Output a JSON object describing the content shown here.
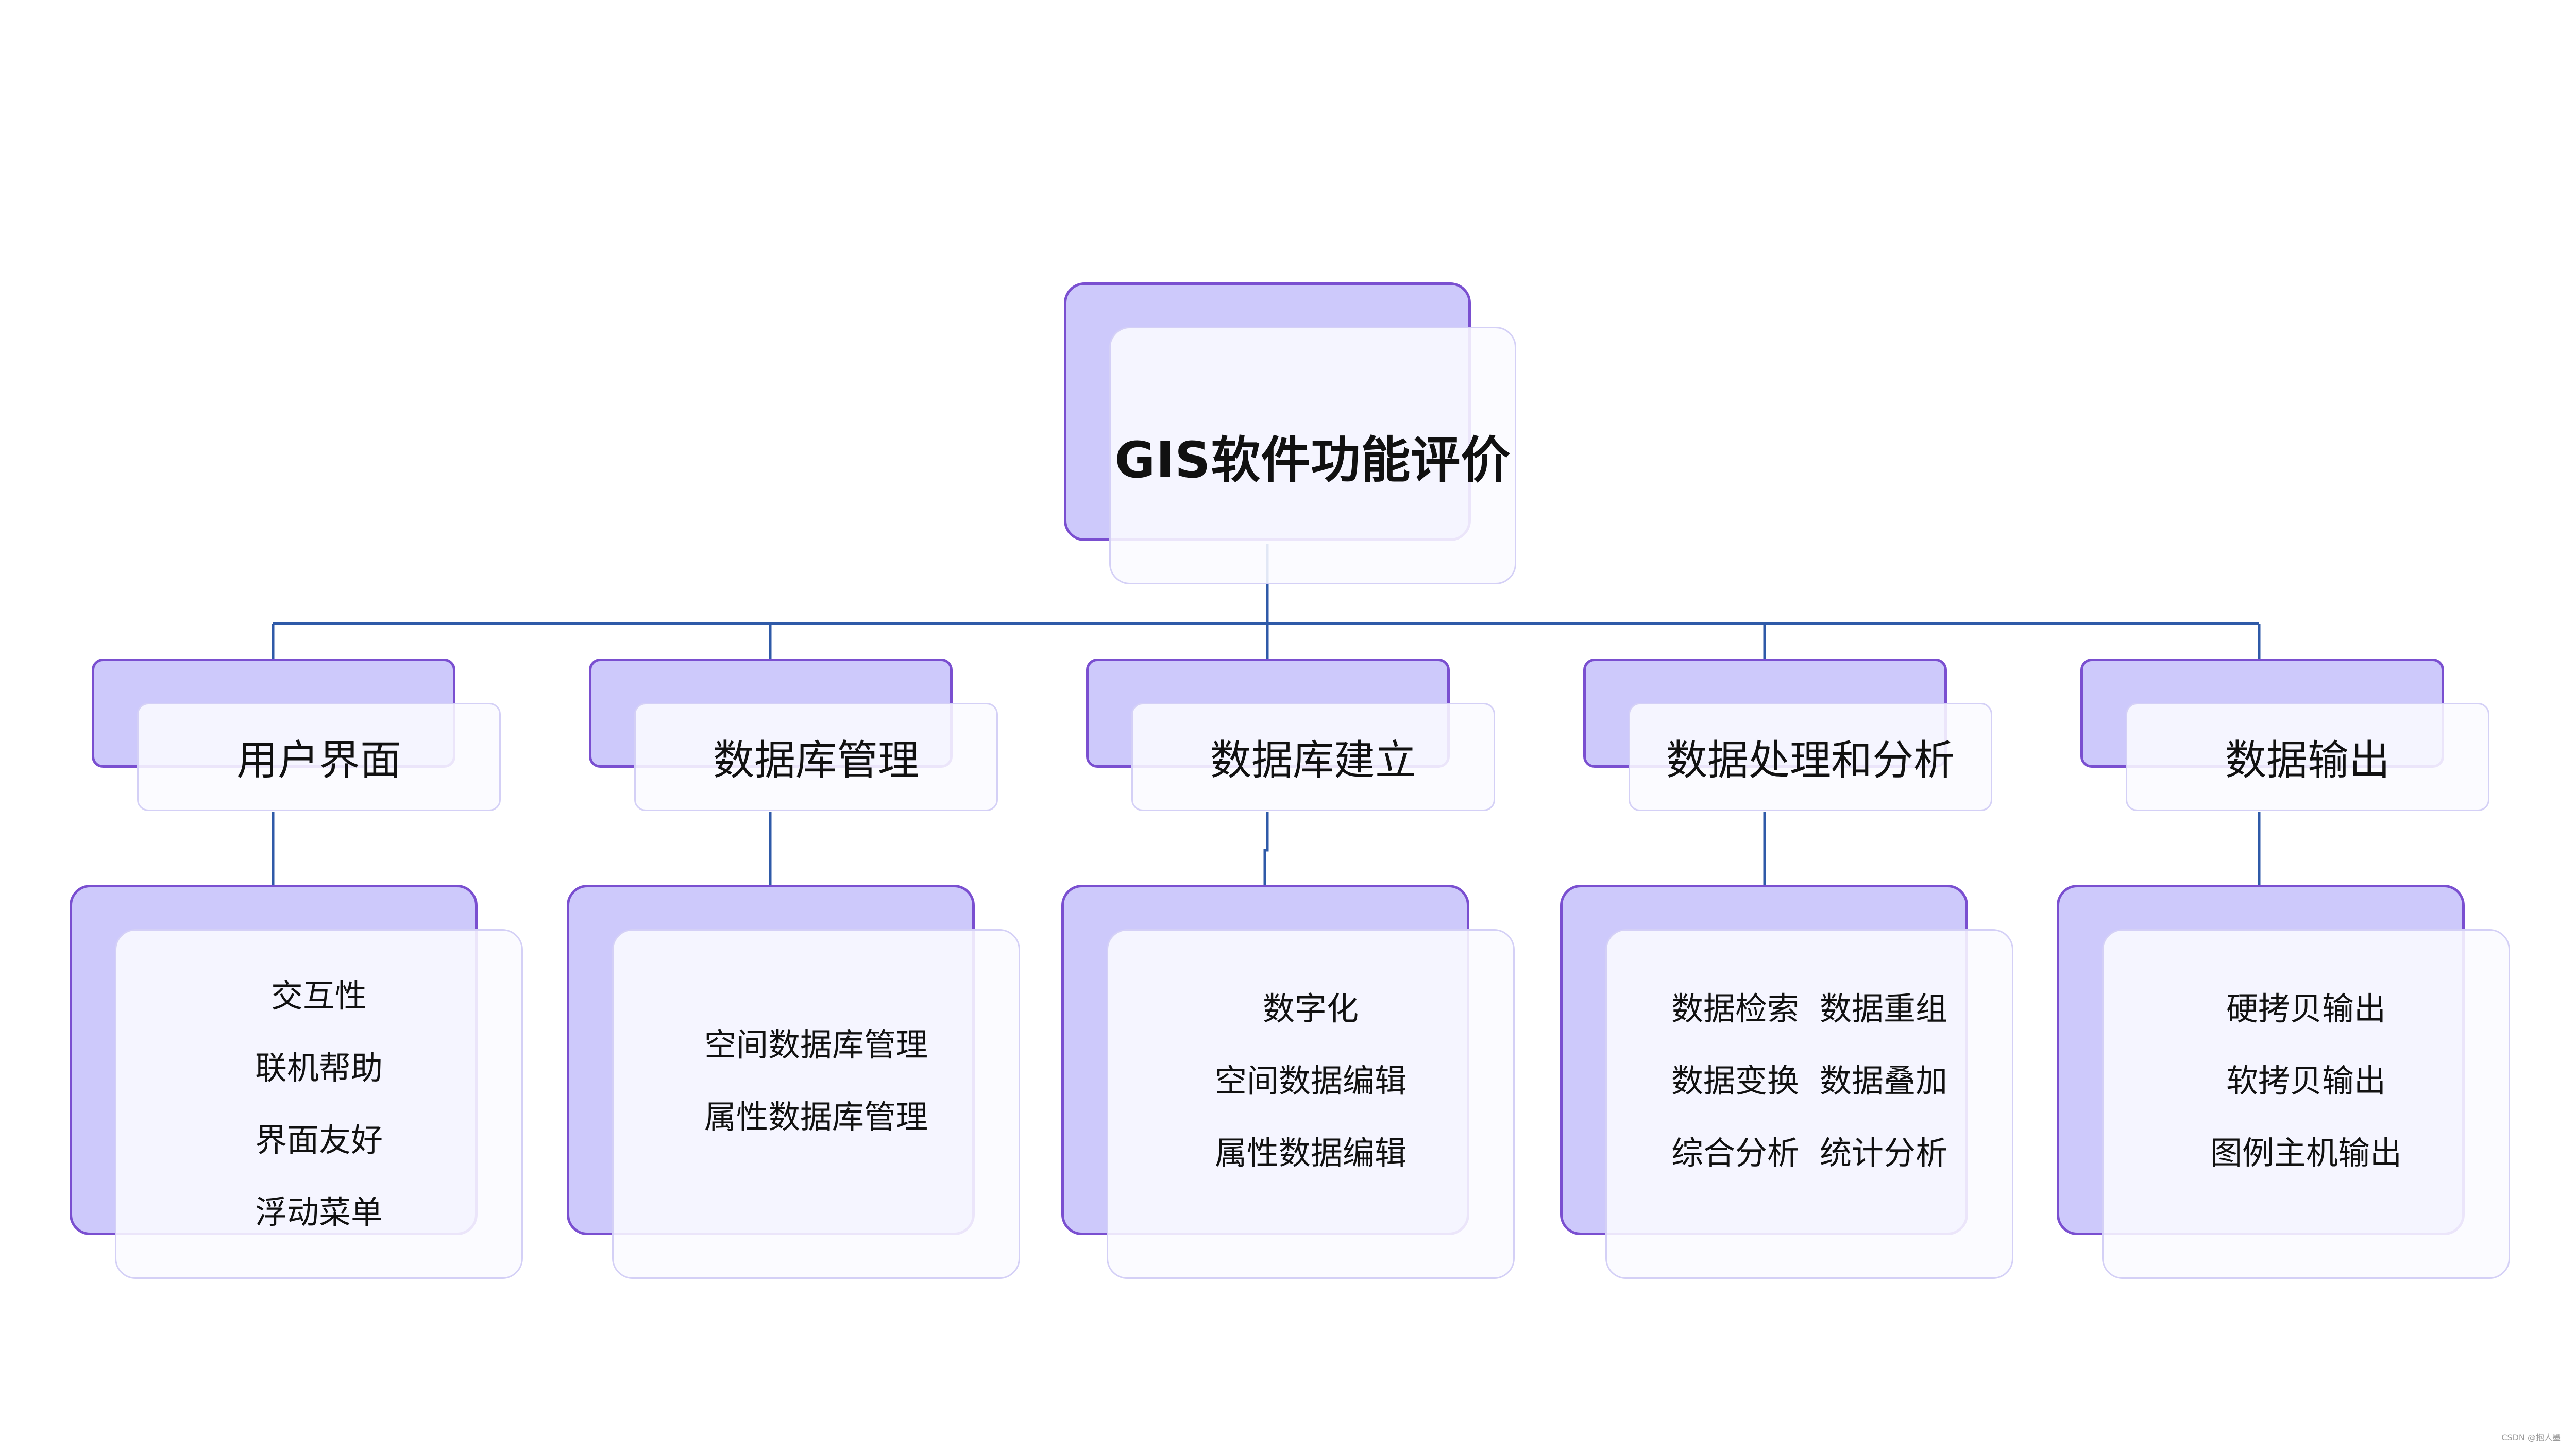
{
  "root": {
    "label": "GIS软件功能评价"
  },
  "categories": [
    {
      "label": "用户界面",
      "items": [
        "交互性",
        "联机帮助",
        "界面友好",
        "浮动菜单"
      ]
    },
    {
      "label": "数据库管理",
      "items": [
        "空间数据库管理",
        "属性数据库管理"
      ]
    },
    {
      "label": "数据库建立",
      "items": [
        "数字化",
        "空间数据编辑",
        "属性数据编辑"
      ]
    },
    {
      "label": "数据处理和分析",
      "items": [
        "数据检索",
        "数据重组",
        "数据变换",
        "数据叠加",
        "综合分析",
        "统计分析"
      ]
    },
    {
      "label": "数据输出",
      "items": [
        "硬拷贝输出",
        "软拷贝输出",
        "图例主机输出"
      ]
    }
  ],
  "colors": {
    "card_back": "#cdc9fb",
    "card_border": "#7a4fd0",
    "connector": "#2f5aa8"
  },
  "watermark": "CSDN @抱人墨"
}
